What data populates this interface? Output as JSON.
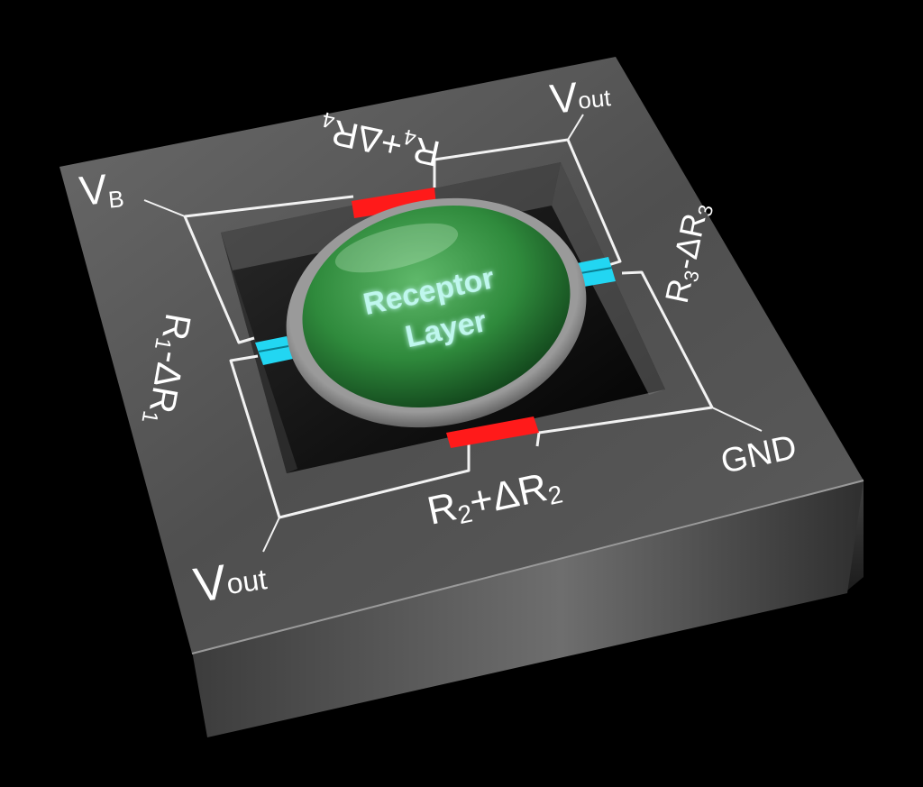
{
  "labels": {
    "vb": {
      "main": "V",
      "sub": "B"
    },
    "vout_top": {
      "main": "V",
      "sub": "out"
    },
    "vout_bottom": {
      "main": "V",
      "sub": "out"
    },
    "gnd": "GND",
    "r1": {
      "a": "R",
      "b": "1",
      "c": "-ΔR",
      "d": "1"
    },
    "r2": {
      "a": "R",
      "b": "2",
      "c": "+ΔR",
      "d": "2"
    },
    "r3": {
      "a": "R",
      "b": "3",
      "c": "-ΔR",
      "d": "3"
    },
    "r4": {
      "a": "R",
      "b": "4",
      "c": "+ΔR",
      "d": "4"
    },
    "receptor_line1": "Receptor",
    "receptor_line2": "Layer"
  },
  "colors": {
    "background": "#000000",
    "chip_top": "#555555",
    "chip_front": "#3a3a3a",
    "chip_right": "#2a2a2a",
    "trace": "#f2f2f2",
    "resistor_red": "#ff1a1a",
    "resistor_cyan": "#22d6f2",
    "receptor_green": "#2f8a3c",
    "receptor_text": "#bff7ee"
  }
}
